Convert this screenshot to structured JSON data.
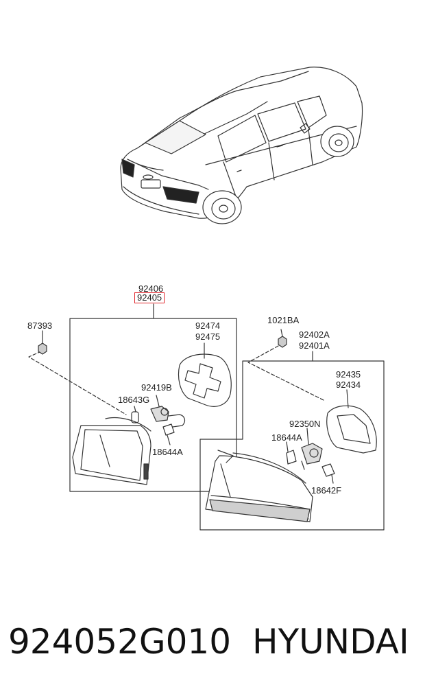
{
  "part_number": "924052G010",
  "brand": "HYUNDAI",
  "highlight_color": "#e0242a",
  "labels": {
    "p92406": "92406",
    "p92405": "92405",
    "p87393": "87393",
    "p92474": "92474",
    "p92475": "92475",
    "p92419B": "92419B",
    "p18643G": "18643G",
    "p18644A_left": "18644A",
    "p1021BA": "1021BA",
    "p92402A": "92402A",
    "p92401A": "92401A",
    "p92435": "92435",
    "p92434": "92434",
    "p92350N": "92350N",
    "p18644A_right": "18644A",
    "p18642F": "18642F"
  }
}
